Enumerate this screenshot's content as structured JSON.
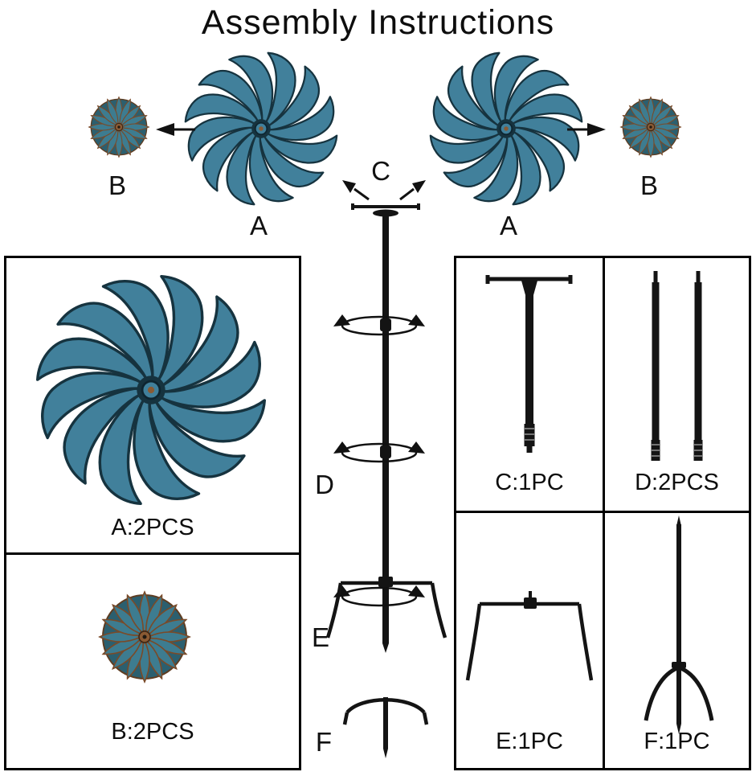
{
  "title": "Assembly Instructions",
  "diagram": {
    "left_finial_label": "B",
    "left_spinner_label": "A",
    "pole_top_label": "C",
    "right_spinner_label": "A",
    "right_finial_label": "B",
    "section_d_label": "D",
    "section_e_label": "E",
    "section_f_label": "F"
  },
  "parts": {
    "a": "A:2PCS",
    "b": "B:2PCS",
    "c": "C:1PC",
    "d": "D:2PCS",
    "e": "E:1PC",
    "f": "F:1PC"
  },
  "icons": {
    "spinner": "wind-spinner-icon",
    "finial": "flower-finial-icon",
    "pole": "center-pole-icon",
    "rotation": "rotation-arrows-icon",
    "bracket": "support-bracket-icon",
    "stake": "ground-stake-icon"
  },
  "colors": {
    "background": "#ffffff",
    "text": "#111111",
    "spinner_teal": "#41809b",
    "spinner_dark": "#16333f",
    "finial_copper": "#8a5a33",
    "hardware": "#141414",
    "box_border": "#000000"
  }
}
